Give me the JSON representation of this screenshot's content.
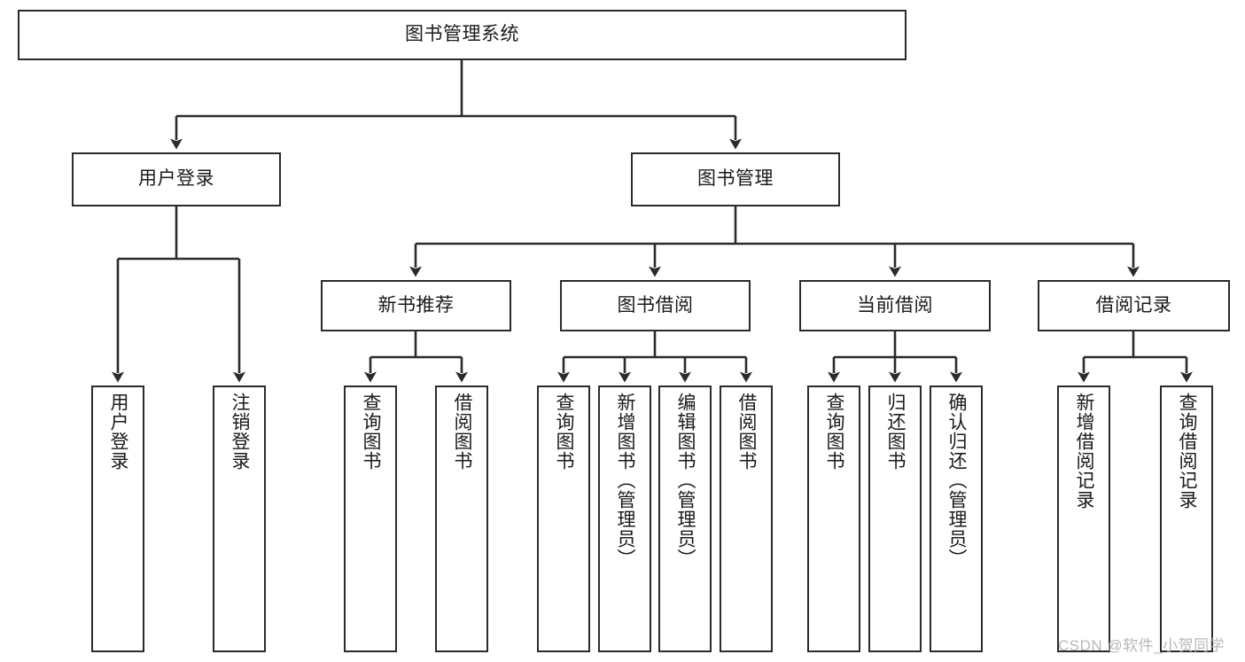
{
  "diagram": {
    "title": "图书管理系统",
    "type": "hierarchy-tree",
    "root": {
      "label": "图书管理系统"
    },
    "level2": [
      {
        "label": "用户登录"
      },
      {
        "label": "图书管理"
      }
    ],
    "level3": [
      {
        "label": "新书推荐"
      },
      {
        "label": "图书借阅"
      },
      {
        "label": "当前借阅"
      },
      {
        "label": "借阅记录"
      }
    ],
    "leaves": {
      "user_login": [
        {
          "label": "用户登录"
        },
        {
          "label": "注销登录"
        }
      ],
      "new_book_recommend": [
        {
          "label": "查询图书"
        },
        {
          "label": "借阅图书"
        }
      ],
      "book_borrow": [
        {
          "label": "查询图书"
        },
        {
          "label": "新增图书（管理员）"
        },
        {
          "label": "编辑图书（管理员）"
        },
        {
          "label": "借阅图书"
        }
      ],
      "current_borrow": [
        {
          "label": "查询图书"
        },
        {
          "label": "归还图书"
        },
        {
          "label": "确认归还（管理员）"
        }
      ],
      "borrow_record": [
        {
          "label": "新增借阅记录"
        },
        {
          "label": "查询借阅记录"
        }
      ]
    }
  },
  "watermark": {
    "text": "CSDN @软件_小贺同学"
  },
  "colors": {
    "stroke": "#2b2b2b",
    "fill": "#ffffff",
    "text": "#1a1a1a",
    "watermark": "#b8b8b8"
  }
}
